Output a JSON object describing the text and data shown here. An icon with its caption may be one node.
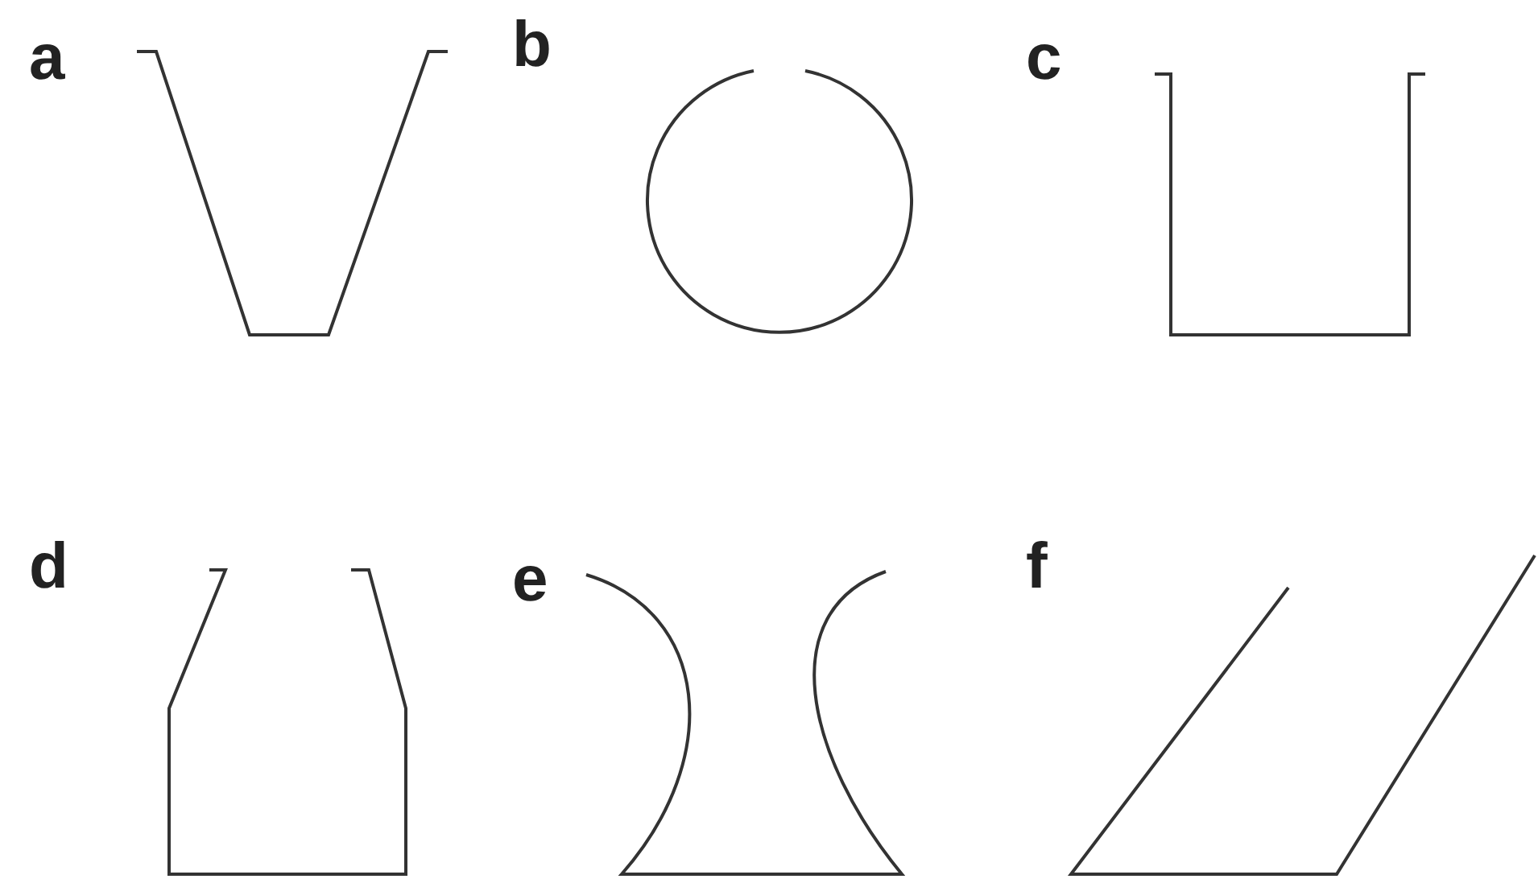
{
  "diagram": {
    "labels": [
      "a",
      "b",
      "c",
      "d",
      "e",
      "f"
    ]
  }
}
